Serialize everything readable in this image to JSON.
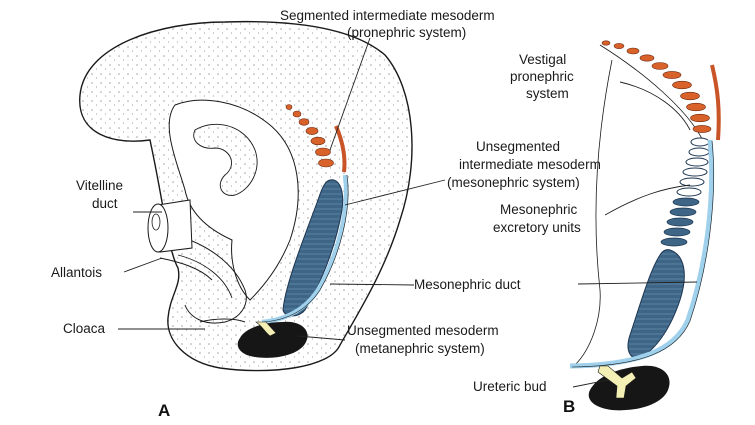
{
  "figure": {
    "panel_a": {
      "letter": "A",
      "labels": {
        "segmented_line1": "Segmented intermediate mesoderm",
        "segmented_line2": "(pronephric system)",
        "unsegmented_line1": "Unsegmented",
        "unsegmented_line2": "intermediate mesoderm",
        "unsegmented_line3": "(mesonephric system)",
        "vitelline_line1": "Vitelline",
        "vitelline_line2": "duct",
        "allantois": "Allantois",
        "mesonephric_duct": "Mesonephric duct",
        "cloaca": "Cloaca",
        "metanephric_line1": "Unsegmented mesoderm",
        "metanephric_line2": "(metanephric system)"
      }
    },
    "panel_b": {
      "letter": "B",
      "labels": {
        "vestigal_line1": "Vestigal",
        "vestigal_line2": "pronephric",
        "vestigal_line3": "system",
        "excretory_line1": "Mesonephric",
        "excretory_line2": "excretory units",
        "ureteric_bud": "Ureteric bud"
      }
    }
  },
  "colors": {
    "pronephric": "#d9622b",
    "mesonephric": "#3e6585",
    "duct": "#9fd0ec",
    "metanephric": "#161616",
    "ureteric_bud": "#f4efb4",
    "dots": "#9a9a9a"
  }
}
